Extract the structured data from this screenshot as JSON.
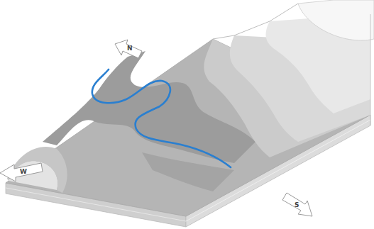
{
  "diagram": {
    "labels": [
      "N",
      "W",
      "S"
    ]
  }
}
